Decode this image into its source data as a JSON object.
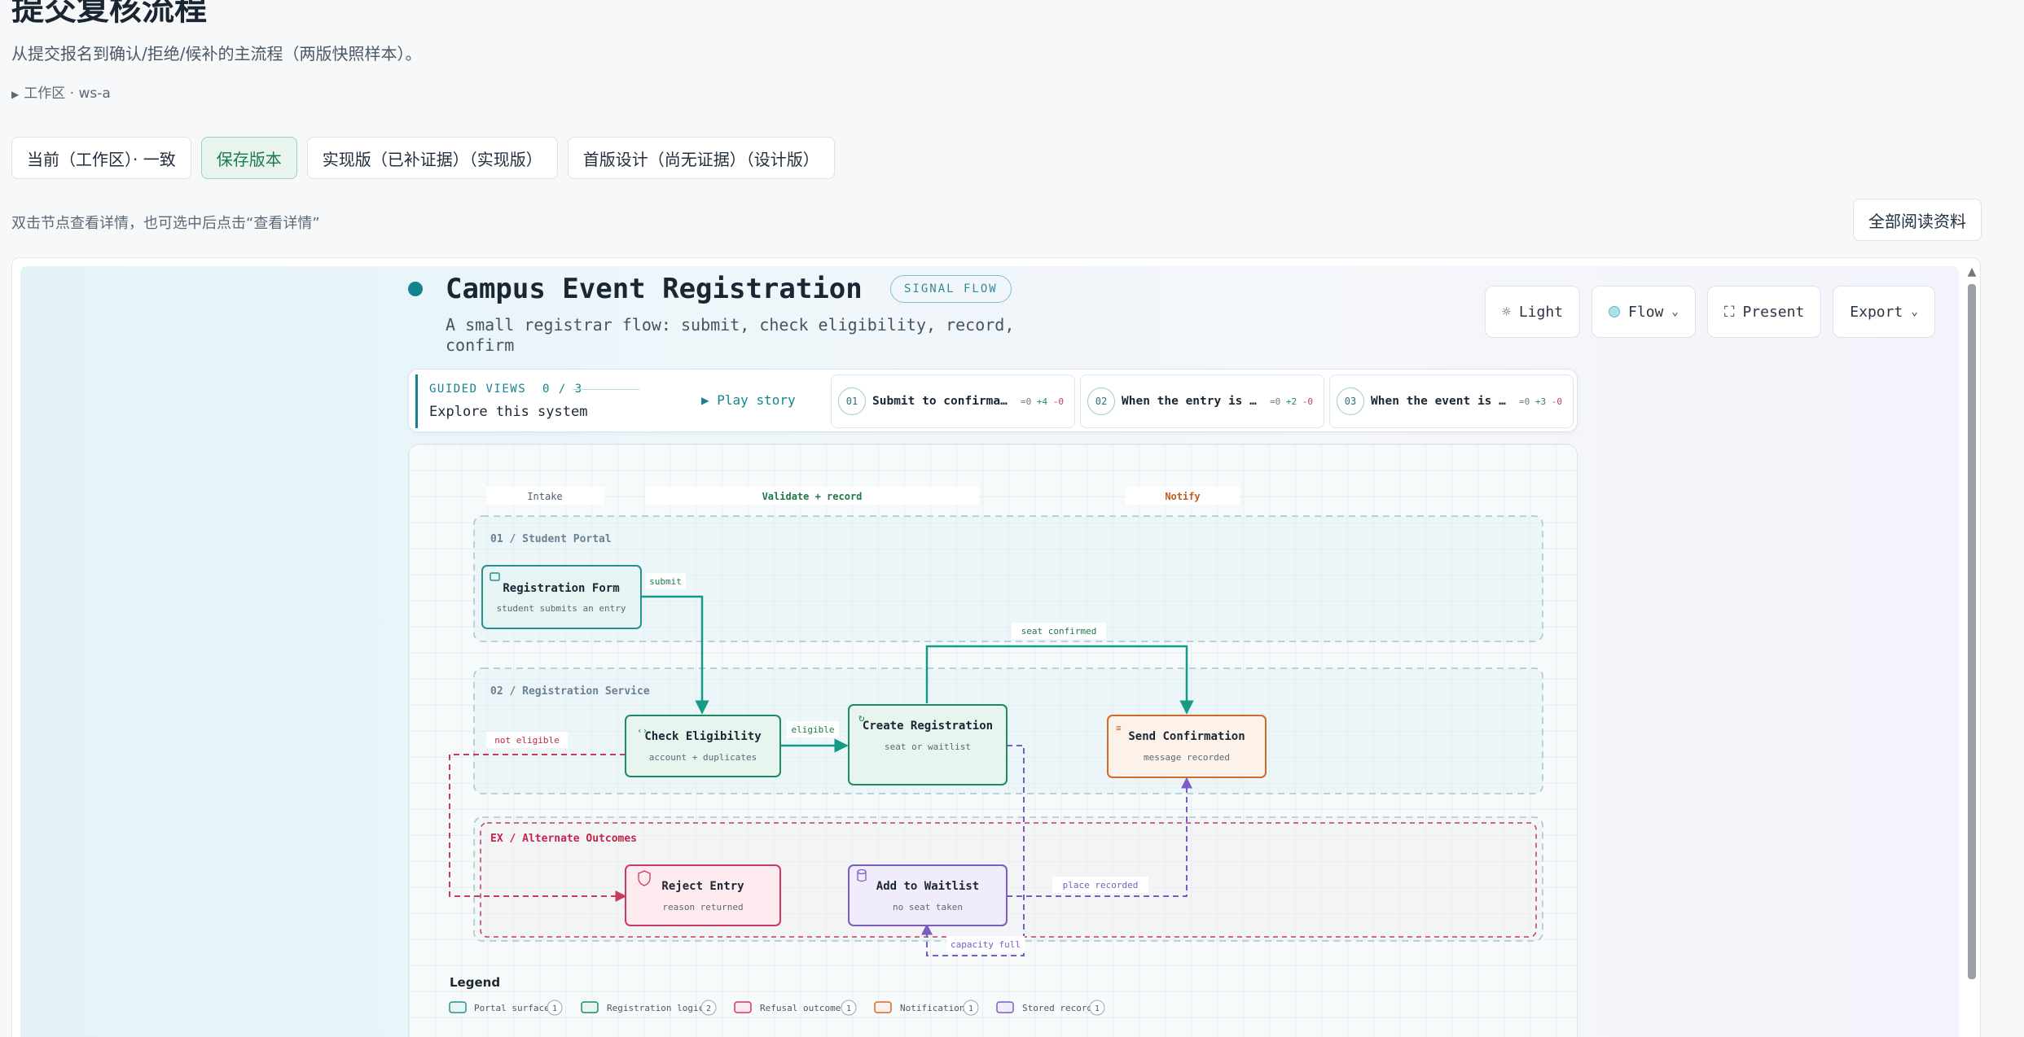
{
  "header": {
    "title": "提交复核流程",
    "subtitle": "从提交报名到确认/拒绝/候补的主流程（两版快照样本）。",
    "workspace": "工作区 · ws-a"
  },
  "versions": [
    {
      "label": "当前（工作区）· 一致",
      "active": false
    },
    {
      "label": "保存版本",
      "active": true
    },
    {
      "label": "实现版（已补证据）（实现版）",
      "active": false
    },
    {
      "label": "首版设计（尚无证据）（设计版）",
      "active": false
    }
  ],
  "hint": "双击节点查看详情，也可选中后点击“查看详情”",
  "read_all_label": "全部阅读资料",
  "diagram": {
    "title": "Campus Event Registration",
    "badge": "SIGNAL FLOW",
    "description": "A small registrar flow: submit, check eligibility, record, confirm"
  },
  "toolbar": {
    "theme_label": "Light",
    "flow_label": "Flow",
    "present_label": "Present",
    "export_label": "Export"
  },
  "guided": {
    "label": "GUIDED VIEWS",
    "progress": "0 / 3",
    "explore": "Explore this system",
    "play_label": "Play story",
    "stories": [
      {
        "num": "01",
        "title": "Submit to confirmation",
        "eq": "=0",
        "plus": "+4",
        "minus": "-0"
      },
      {
        "num": "02",
        "title": "When the entry is rejected",
        "eq": "=0",
        "plus": "+2",
        "minus": "-0"
      },
      {
        "num": "03",
        "title": "When the event is full",
        "eq": "=0",
        "plus": "+3",
        "minus": "-0"
      }
    ]
  },
  "columns": [
    {
      "label": "Intake",
      "color": "#4a5e70"
    },
    {
      "label": "Validate + record",
      "color": "#1e7a4a"
    },
    {
      "label": "Notify",
      "color": "#c25a1c"
    }
  ],
  "lanes": [
    {
      "label": "01 / Student Portal",
      "color": "#6a8193"
    },
    {
      "label": "02 / Registration Service",
      "color": "#6a8193"
    },
    {
      "label": "EX / Alternate Outcomes",
      "color": "#c2264b"
    }
  ],
  "nodes": [
    {
      "id": "form",
      "title": "Registration Form",
      "sub": "student submits an entry",
      "icon": "browser-icon",
      "kind": "portal"
    },
    {
      "id": "check",
      "title": "Check Eligibility",
      "sub": "account + duplicates",
      "icon": "code-icon",
      "kind": "logic"
    },
    {
      "id": "create",
      "title": "Create Registration",
      "sub": "seat or waitlist",
      "icon": "sync-icon",
      "kind": "logic"
    },
    {
      "id": "confirm",
      "title": "Send Confirmation",
      "sub": "message recorded",
      "icon": "list-icon",
      "kind": "notify"
    },
    {
      "id": "reject",
      "title": "Reject Entry",
      "sub": "reason returned",
      "icon": "shield-icon",
      "kind": "refusal"
    },
    {
      "id": "waitlist",
      "title": "Add to Waitlist",
      "sub": "no seat taken",
      "icon": "database-icon",
      "kind": "stored"
    }
  ],
  "edges": [
    {
      "id": "submit",
      "label": "submit"
    },
    {
      "id": "eligible",
      "label": "eligible"
    },
    {
      "id": "seat",
      "label": "seat confirmed"
    },
    {
      "id": "noteligible",
      "label": "not eligible"
    },
    {
      "id": "place",
      "label": "place recorded"
    },
    {
      "id": "capacity",
      "label": "capacity full"
    }
  ],
  "legend": {
    "title": "Legend",
    "items": [
      {
        "label": "Portal surface",
        "count": "1",
        "kind": "portal"
      },
      {
        "label": "Registration logic",
        "count": "2",
        "kind": "logic"
      },
      {
        "label": "Refusal outcome",
        "count": "1",
        "kind": "refusal"
      },
      {
        "label": "Notification",
        "count": "1",
        "kind": "notify"
      },
      {
        "label": "Stored record",
        "count": "1",
        "kind": "stored"
      }
    ]
  },
  "colors": {
    "portal": {
      "stroke": "#2b8f8f",
      "fill": "#e6f4f4"
    },
    "logic": {
      "stroke": "#1e8a5f",
      "fill": "#e7f5ee"
    },
    "refusal": {
      "stroke": "#c93a5e",
      "fill": "#fdebef"
    },
    "notify": {
      "stroke": "#d06a2a",
      "fill": "#fdf2ea"
    },
    "stored": {
      "stroke": "#7a5cc2",
      "fill": "#f1ecfb"
    },
    "teal_edge": "#169a88",
    "red_edge": "#c93a5e",
    "purple_edge": "#7a5cc2"
  }
}
